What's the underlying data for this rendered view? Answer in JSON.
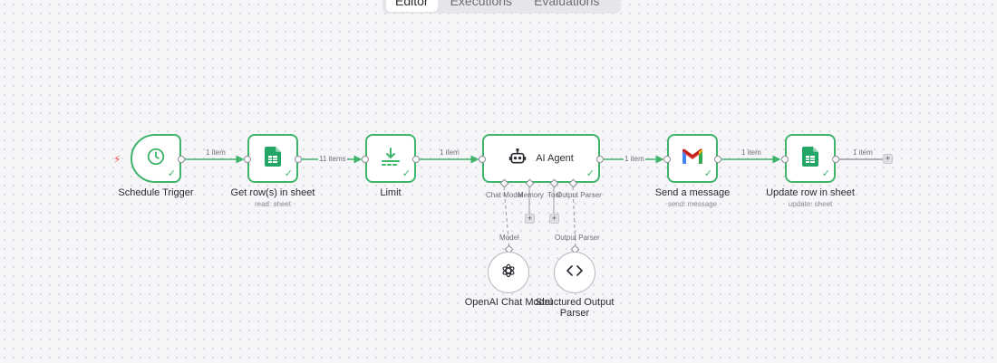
{
  "tabs": [
    {
      "label": "Editor",
      "active": true
    },
    {
      "label": "Executions",
      "active": false
    },
    {
      "label": "Evaluations",
      "active": false
    }
  ],
  "nodes": {
    "schedule_trigger": {
      "label": "Schedule Trigger"
    },
    "get_rows": {
      "label": "Get row(s) in sheet",
      "sublabel": "read: sheet"
    },
    "limit": {
      "label": "Limit"
    },
    "ai_agent": {
      "label": "AI Agent"
    },
    "send_message": {
      "label": "Send a message",
      "sublabel": "send: message"
    },
    "update_row": {
      "label": "Update row in sheet",
      "sublabel": "update: sheet"
    },
    "openai_model": {
      "label": "OpenAI Chat Model"
    },
    "output_parser": {
      "label_line1": "Structured Output",
      "label_line2": "Parser"
    }
  },
  "connections": {
    "trigger_to_get": "1 item",
    "get_to_limit": "11 items",
    "limit_to_agent": "1 item",
    "agent_to_send": "1 item",
    "send_to_update": "1 item",
    "update_out": "1 item"
  },
  "agent_ports": {
    "chat_model": "Chat Model",
    "memory": "Memory",
    "tool": "Tool",
    "output_parser": "Output Parser"
  },
  "sub_ports": {
    "model": "Model",
    "output_parser": "Output Parser"
  },
  "icons": {
    "trigger": "clock-icon",
    "sheets": "google-sheets-icon",
    "limit": "limit-icon",
    "agent": "robot-icon",
    "gmail": "gmail-icon",
    "openai": "openai-icon",
    "parser": "code-brackets-icon"
  },
  "colors": {
    "success": "#3fb56b",
    "canvas": "#f6f6f9",
    "sheets": "#23a566",
    "gmail_red": "#ea4335"
  }
}
